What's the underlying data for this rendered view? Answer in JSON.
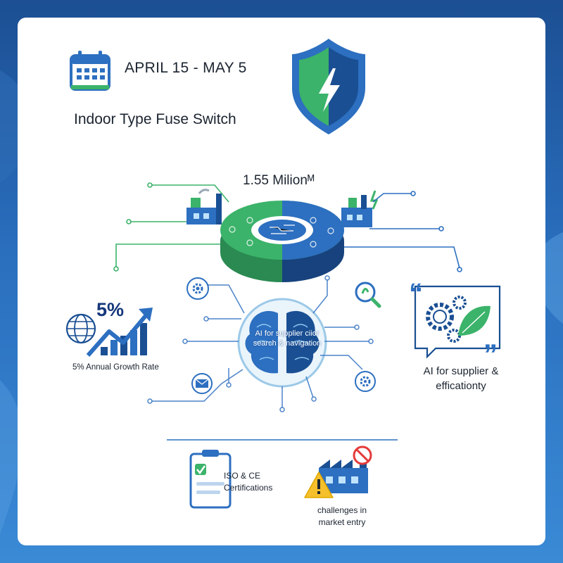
{
  "header": {
    "date_range": "APRIL 15 - MAY 5",
    "product_title": "Indoor Type Fuse Switch"
  },
  "center": {
    "metric": "1.55 Milionᴹ",
    "brain_caption": "AI for supplier ciior search & navigation"
  },
  "left": {
    "growth_value": "5%",
    "growth_label": "5% Annual Growth Rate"
  },
  "right": {
    "caption": "AI for supplier & efficationty"
  },
  "bottom": {
    "certifications": "ISO & CE Certifications",
    "challenges": "challenges in market entry"
  },
  "icons": [
    "calendar-icon",
    "shield-lightning-icon",
    "factory-icon",
    "globe-icon",
    "trend-arrow-icon",
    "brain-icon",
    "gear-icon",
    "search-icon",
    "mail-icon",
    "quote-icon",
    "leaf-icon",
    "clipboard-check-icon",
    "warning-icon",
    "no-sign-icon"
  ],
  "colors": {
    "primary_blue": "#2d6fc0",
    "dark_blue": "#1a4f93",
    "green": "#3bb36a",
    "text": "#1b2430"
  }
}
